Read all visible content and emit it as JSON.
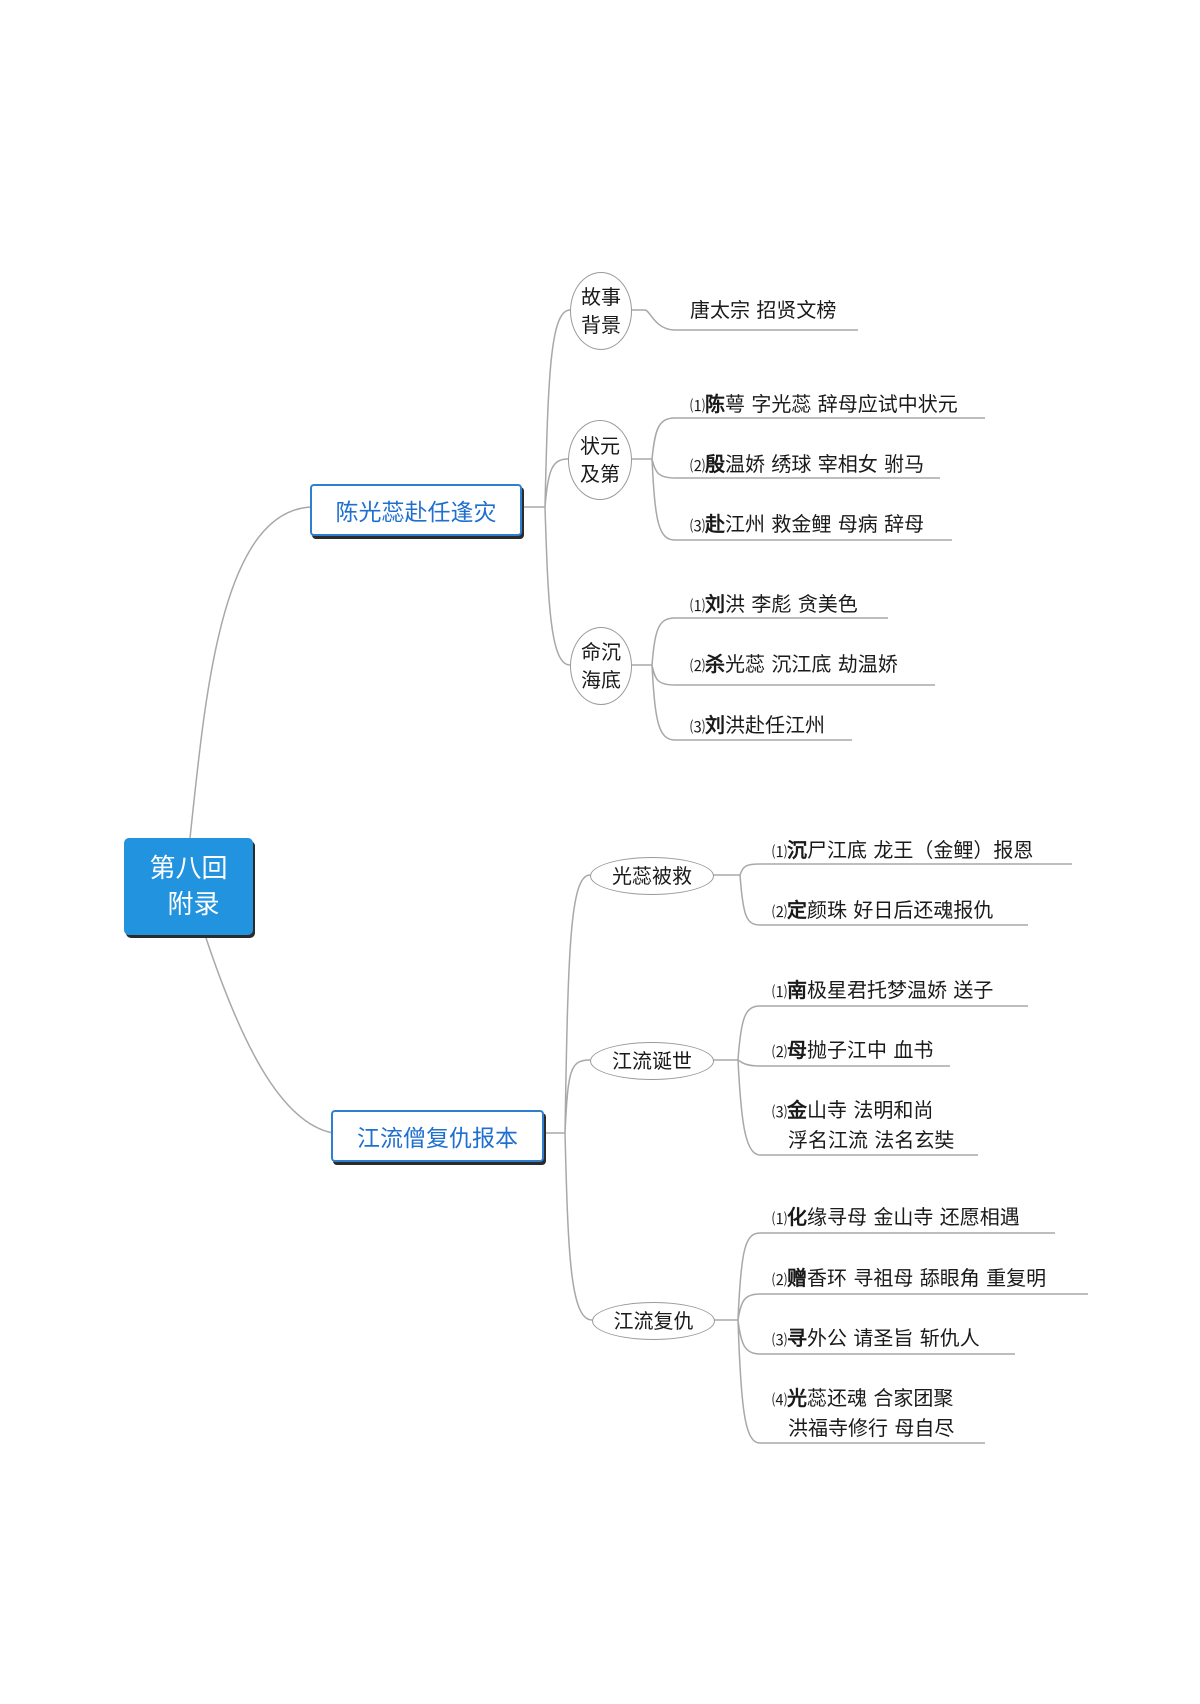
{
  "root": {
    "line1": "第八回",
    "line2": "附录"
  },
  "branches": [
    {
      "title": "陈光蕊赴任逢灾",
      "subs": [
        {
          "line1": "故事",
          "line2": "背景",
          "leaves": [
            {
              "text": "唐太宗 招贤文榜"
            }
          ]
        },
        {
          "line1": "状元",
          "line2": "及第",
          "leaves": [
            {
              "num": "⑴",
              "first": "陈",
              "rest": "萼 字光蕊 辞母应试中状元"
            },
            {
              "num": "⑵",
              "first": "殷",
              "rest": "温娇 绣球 宰相女 驸马"
            },
            {
              "num": "⑶",
              "first": "赴",
              "rest": "江州 救金鲤 母病 辞母"
            }
          ]
        },
        {
          "line1": "命沉",
          "line2": "海底",
          "leaves": [
            {
              "num": "⑴",
              "first": "刘",
              "rest": "洪 李彪 贪美色"
            },
            {
              "num": "⑵",
              "first": "杀",
              "rest": "光蕊 沉江底 劫温娇"
            },
            {
              "num": "⑶",
              "first": "刘",
              "rest": "洪赴任江州"
            }
          ]
        }
      ]
    },
    {
      "title": "江流僧复仇报本",
      "subs": [
        {
          "line1": "光蕊被救",
          "leaves": [
            {
              "num": "⑴",
              "first": "沉",
              "rest": "尸江底 龙王（金鲤）报恩"
            },
            {
              "num": "⑵",
              "first": "定",
              "rest": "颜珠 好日后还魂报仇"
            }
          ]
        },
        {
          "line1": "江流诞世",
          "leaves": [
            {
              "num": "⑴",
              "first": "南",
              "rest": "极星君托梦温娇 送子"
            },
            {
              "num": "⑵",
              "first": "母",
              "rest": "抛子江中 血书"
            },
            {
              "num": "⑶",
              "first": "金",
              "rest": "山寺 法明和尚",
              "cont": "浮名江流 法名玄奘"
            }
          ]
        },
        {
          "line1": "江流复仇",
          "leaves": [
            {
              "num": "⑴",
              "first": "化",
              "rest": "缘寻母 金山寺 还愿相遇"
            },
            {
              "num": "⑵",
              "first": "赠",
              "rest": "香环 寻祖母 舔眼角 重复明"
            },
            {
              "num": "⑶",
              "first": "寻",
              "rest": "外公 请圣旨 斩仇人"
            },
            {
              "num": "⑷",
              "first": "光",
              "rest": "蕊还魂 合家团聚",
              "cont": "洪福寺修行 母自尽"
            }
          ]
        }
      ]
    }
  ]
}
